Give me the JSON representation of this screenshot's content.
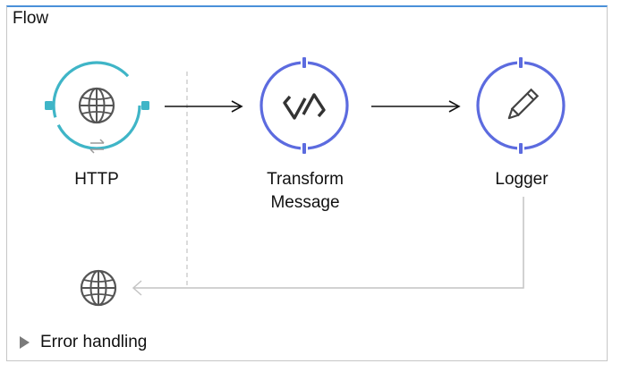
{
  "flow": {
    "title": "Flow"
  },
  "nodes": {
    "http": {
      "label": "HTTP",
      "icon": "globe-icon",
      "color": "#3fb5c7"
    },
    "transform": {
      "label_line1": "Transform",
      "label_line2": "Message",
      "icon": "dataweave-icon",
      "color": "#5c6bdf"
    },
    "logger": {
      "label": "Logger",
      "icon": "pencil-icon",
      "color": "#5c6bdf"
    },
    "response": {
      "icon": "globe-icon"
    }
  },
  "error_handling": {
    "label": "Error handling"
  }
}
